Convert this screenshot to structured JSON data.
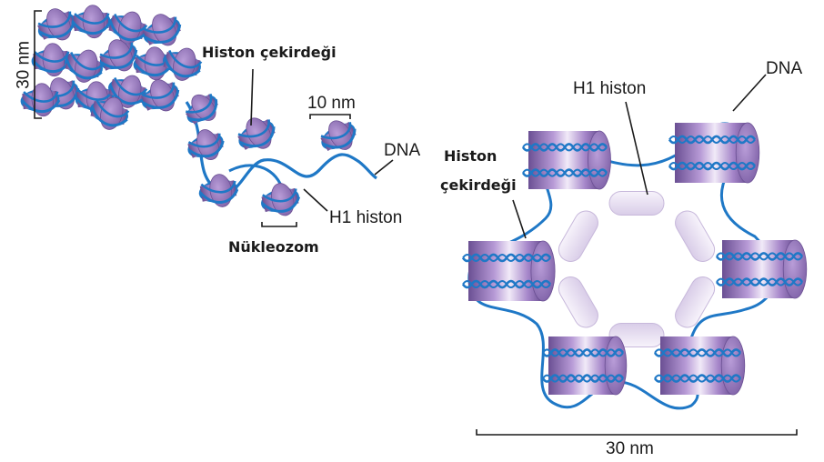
{
  "left_panel": {
    "dim_30nm": "30 nm",
    "dim_10nm": "10 nm",
    "histone_core": "Histon çekirdeği",
    "dna": "DNA",
    "h1_histone": "H1 histon",
    "nucleosome": "Nükleozom"
  },
  "right_panel": {
    "dna": "DNA",
    "h1_histone": "H1 histon",
    "histone_core_line1": "Histon",
    "histone_core_line2": "çekirdeği",
    "dim_30nm": "30 nm"
  },
  "colors": {
    "histone_purple": "#9c7fbf",
    "histone_light": "#efe8f6",
    "histone_dark": "#6a4f93",
    "dna_blue": "#1f78c6",
    "h1_lavender": "#e6def0",
    "text": "#1a1a1a"
  }
}
